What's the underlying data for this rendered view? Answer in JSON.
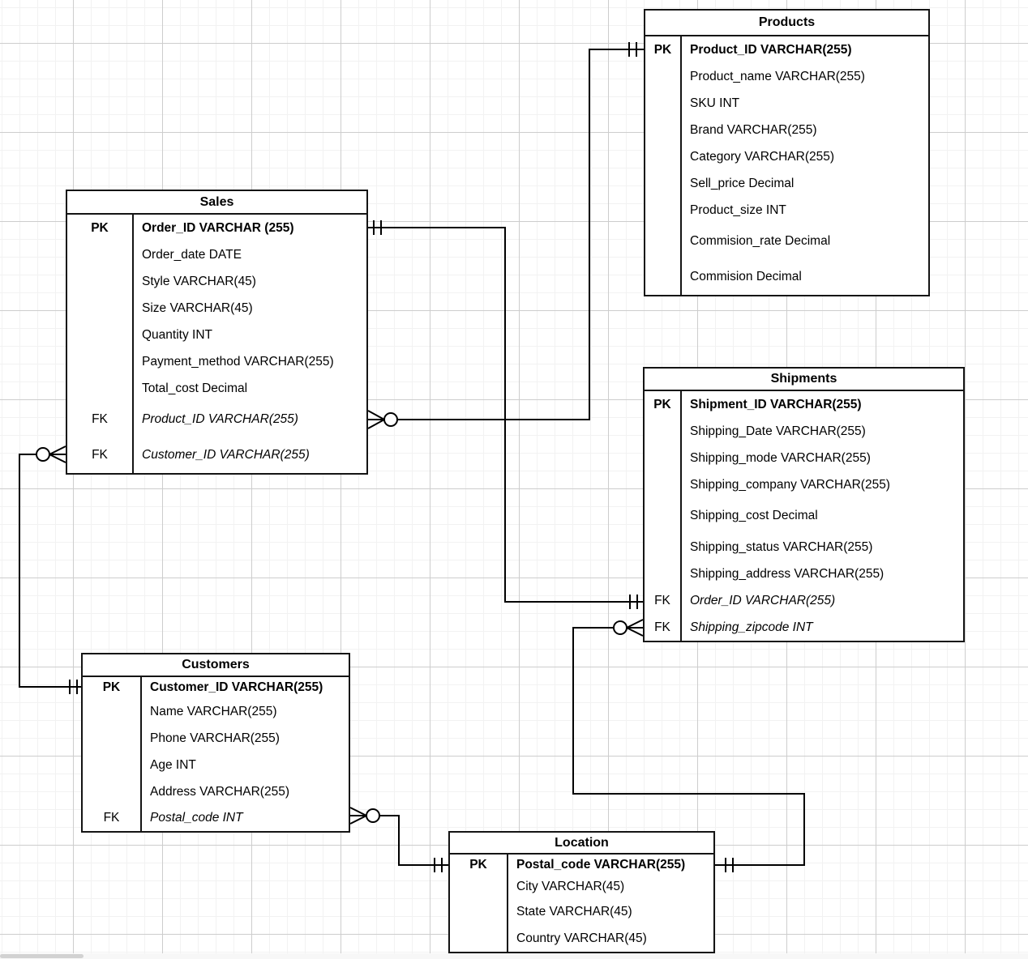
{
  "tables": {
    "products": {
      "title": "Products",
      "rows": [
        {
          "key": "PK",
          "text": "Product_ID VARCHAR(255)"
        },
        {
          "key": "",
          "text": "Product_name VARCHAR(255)"
        },
        {
          "key": "",
          "text": "SKU INT"
        },
        {
          "key": "",
          "text": "Brand VARCHAR(255)"
        },
        {
          "key": "",
          "text": "Category VARCHAR(255)"
        },
        {
          "key": "",
          "text": "Sell_price Decimal"
        },
        {
          "key": "",
          "text": "Product_size INT"
        },
        {
          "key": "",
          "text": "Commision_rate Decimal"
        },
        {
          "key": "",
          "text": "Commision Decimal"
        }
      ]
    },
    "sales": {
      "title": "Sales",
      "rows": [
        {
          "key": "PK",
          "text": "Order_ID VARCHAR (255)"
        },
        {
          "key": "",
          "text": "Order_date DATE"
        },
        {
          "key": "",
          "text": "Style VARCHAR(45)"
        },
        {
          "key": "",
          "text": "Size VARCHAR(45)"
        },
        {
          "key": "",
          "text": "Quantity INT"
        },
        {
          "key": "",
          "text": "Payment_method VARCHAR(255)"
        },
        {
          "key": "",
          "text": "Total_cost Decimal"
        },
        {
          "key": "FK",
          "text": "Product_ID VARCHAR(255)"
        },
        {
          "key": "FK",
          "text": "Customer_ID VARCHAR(255)"
        }
      ]
    },
    "shipments": {
      "title": "Shipments",
      "rows": [
        {
          "key": "PK",
          "text": "Shipment_ID VARCHAR(255)"
        },
        {
          "key": "",
          "text": "Shipping_Date VARCHAR(255)"
        },
        {
          "key": "",
          "text": "Shipping_mode VARCHAR(255)"
        },
        {
          "key": "",
          "text": "Shipping_company VARCHAR(255)"
        },
        {
          "key": "",
          "text": "Shipping_cost Decimal"
        },
        {
          "key": "",
          "text": "Shipping_status VARCHAR(255)"
        },
        {
          "key": "",
          "text": "Shipping_address VARCHAR(255)"
        },
        {
          "key": "FK",
          "text": "Order_ID VARCHAR(255)"
        },
        {
          "key": "FK",
          "text": "Shipping_zipcode INT"
        }
      ]
    },
    "customers": {
      "title": "Customers",
      "rows": [
        {
          "key": "PK",
          "text": "Customer_ID VARCHAR(255)"
        },
        {
          "key": "",
          "text": "Name VARCHAR(255)"
        },
        {
          "key": "",
          "text": "Phone VARCHAR(255)"
        },
        {
          "key": "",
          "text": "Age INT"
        },
        {
          "key": "",
          "text": "Address VARCHAR(255)"
        },
        {
          "key": "FK",
          "text": "Postal_code INT"
        }
      ]
    },
    "location": {
      "title": "Location",
      "rows": [
        {
          "key": "PK",
          "text": "Postal_code VARCHAR(255)"
        },
        {
          "key": "",
          "text": "City VARCHAR(45)"
        },
        {
          "key": "",
          "text": "State VARCHAR(45)"
        },
        {
          "key": "",
          "text": "Country VARCHAR(45)"
        }
      ]
    }
  },
  "relationships": [
    {
      "from_table": "Sales",
      "from_field": "Order_ID",
      "from_cardinality": "one-and-only-one",
      "to_table": "Shipments",
      "to_field": "Order_ID",
      "to_cardinality": "one-and-only-one"
    },
    {
      "from_table": "Sales",
      "from_field": "Product_ID",
      "from_cardinality": "zero-or-many",
      "to_table": "Products",
      "to_field": "Product_ID",
      "to_cardinality": "one-and-only-one"
    },
    {
      "from_table": "Sales",
      "from_field": "Customer_ID",
      "from_cardinality": "zero-or-many",
      "to_table": "Customers",
      "to_field": "Customer_ID",
      "to_cardinality": "one-and-only-one"
    },
    {
      "from_table": "Customers",
      "from_field": "Postal_code",
      "from_cardinality": "zero-or-many",
      "to_table": "Location",
      "to_field": "Postal_code",
      "to_cardinality": "one-and-only-one"
    },
    {
      "from_table": "Shipments",
      "from_field": "Shipping_zipcode",
      "from_cardinality": "zero-or-many",
      "to_table": "Location",
      "to_field": "Postal_code",
      "to_cardinality": "one-and-only-one"
    }
  ],
  "colors": {
    "line": "#000000",
    "table_border": "#141414",
    "background": "#ffffff",
    "grid_minor": "#f2f2f2",
    "grid_major": "#cdcdcd"
  }
}
